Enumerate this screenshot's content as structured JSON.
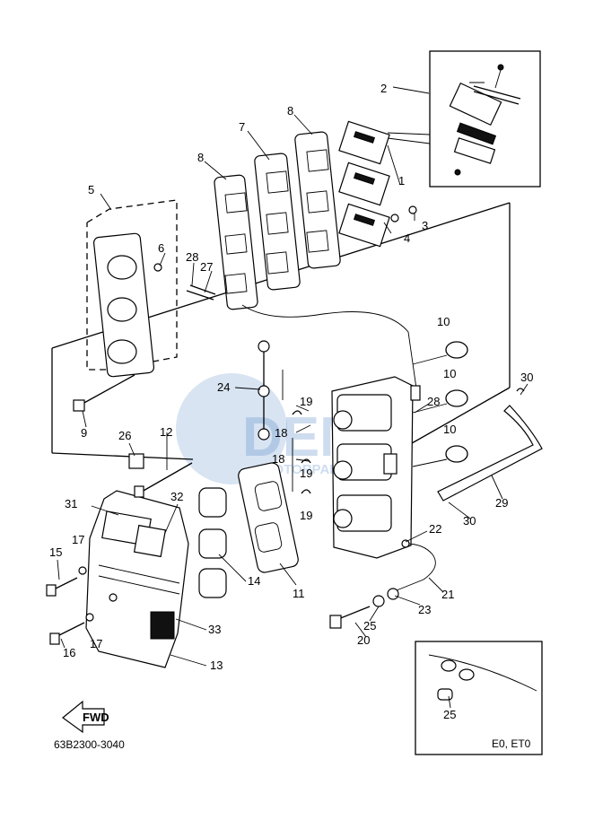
{
  "diagram": {
    "callouts": [
      "1",
      "2",
      "3",
      "4",
      "5",
      "6",
      "7",
      "8",
      "8",
      "9",
      "10",
      "10",
      "10",
      "11",
      "12",
      "13",
      "14",
      "15",
      "16",
      "17",
      "17",
      "18",
      "18",
      "19",
      "19",
      "19",
      "20",
      "21",
      "22",
      "23",
      "24",
      "25",
      "25",
      "26",
      "27",
      "28",
      "28",
      "29",
      "30",
      "30",
      "31",
      "32",
      "33"
    ],
    "part_code": "63B2300-3040",
    "variant_note": "E0, ET0",
    "fwd_label": "FWD",
    "watermark": {
      "brand": "DEM",
      "tagline": "MOTORPARTS"
    }
  }
}
